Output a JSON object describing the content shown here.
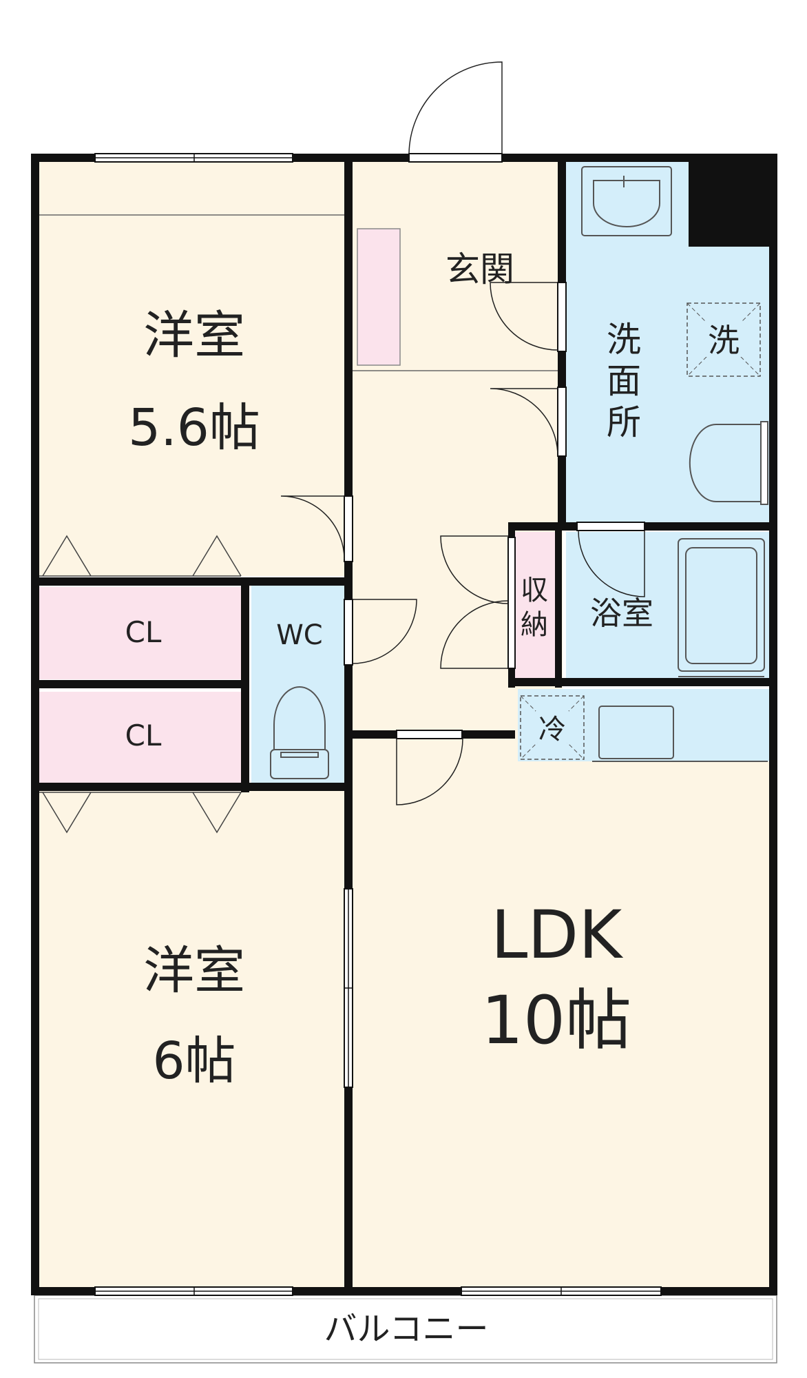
{
  "rooms": {
    "western_room_1": {
      "name": "洋室",
      "size": "5.6帖"
    },
    "western_room_2": {
      "name": "洋室",
      "size": "6帖"
    },
    "ldk": {
      "name": "LDK",
      "size": "10帖"
    },
    "closet_1": "CL",
    "closet_2": "CL",
    "toilet": "WC",
    "entrance": "玄関",
    "washroom": [
      "洗",
      "面",
      "所"
    ],
    "washer_space": "洗",
    "bathroom": "浴室",
    "storage": [
      "収",
      "納"
    ],
    "fridge_space": "冷",
    "balcony": "バルコニー"
  },
  "colors": {
    "room_floor": "#fdf5e4",
    "wet_area": "#d4eefa",
    "closet": "#fbe3ec",
    "wall": "#111111",
    "balcony": "#ffffff"
  }
}
